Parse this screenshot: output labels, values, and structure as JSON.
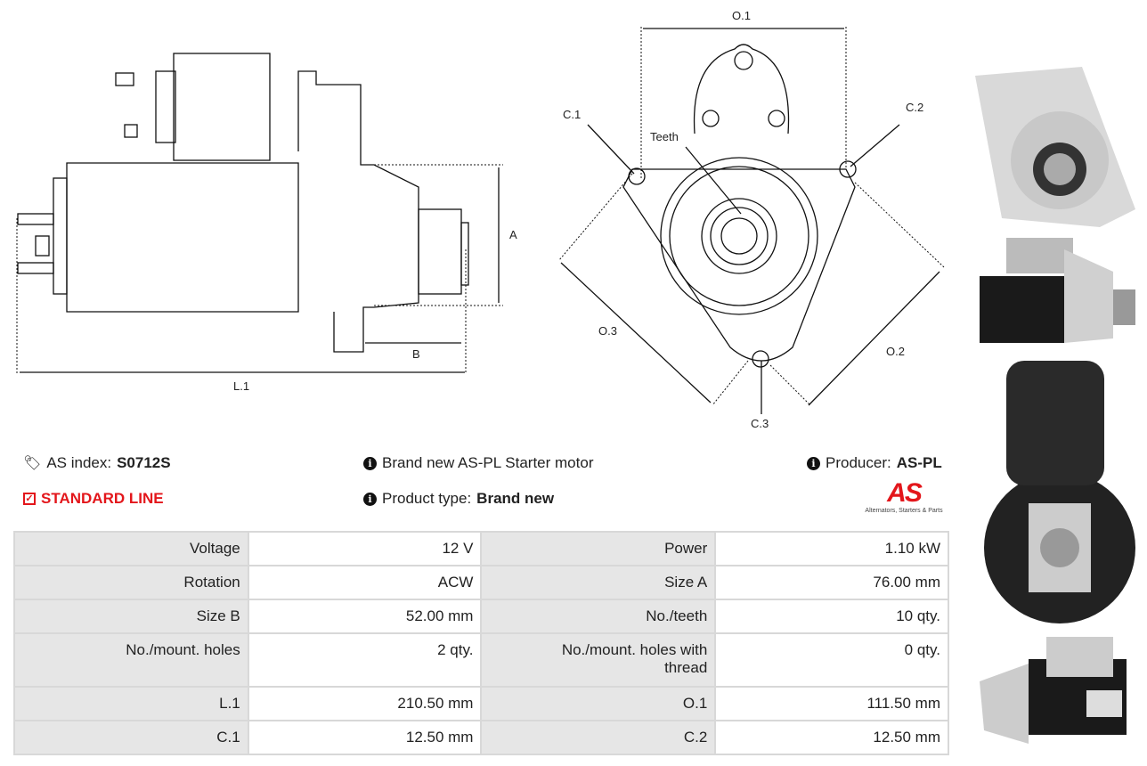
{
  "diagram": {
    "labels": {
      "o1": "O.1",
      "c1": "C.1",
      "c2": "C.2",
      "c3": "C.3",
      "teeth": "Teeth",
      "o2": "O.2",
      "o3": "O.3",
      "a": "A",
      "b": "B",
      "l1": "L.1"
    }
  },
  "info": {
    "as_index_label": "AS index:",
    "as_index_value": "S0712S",
    "line": "STANDARD LINE",
    "description": "Brand new AS-PL Starter motor",
    "product_type_label": "Product type:",
    "product_type_value": "Brand new",
    "producer_label": "Producer:",
    "producer_value": "AS-PL",
    "logo_text": "AS",
    "logo_tagline": "Alternators, Starters & Parts"
  },
  "specs": [
    [
      "Voltage",
      "12 V",
      "Power",
      "1.10 kW"
    ],
    [
      "Rotation",
      "ACW",
      "Size A",
      "76.00 mm"
    ],
    [
      "Size B",
      "52.00 mm",
      "No./teeth",
      "10 qty."
    ],
    [
      "No./mount. holes",
      "2 qty.",
      "No./mount. holes with thread",
      "0 qty."
    ],
    [
      "L.1",
      "210.50 mm",
      "O.1",
      "111.50 mm"
    ],
    [
      "C.1",
      "12.50 mm",
      "C.2",
      "12.50 mm"
    ]
  ],
  "colors": {
    "brand_red": "#e3161b"
  }
}
